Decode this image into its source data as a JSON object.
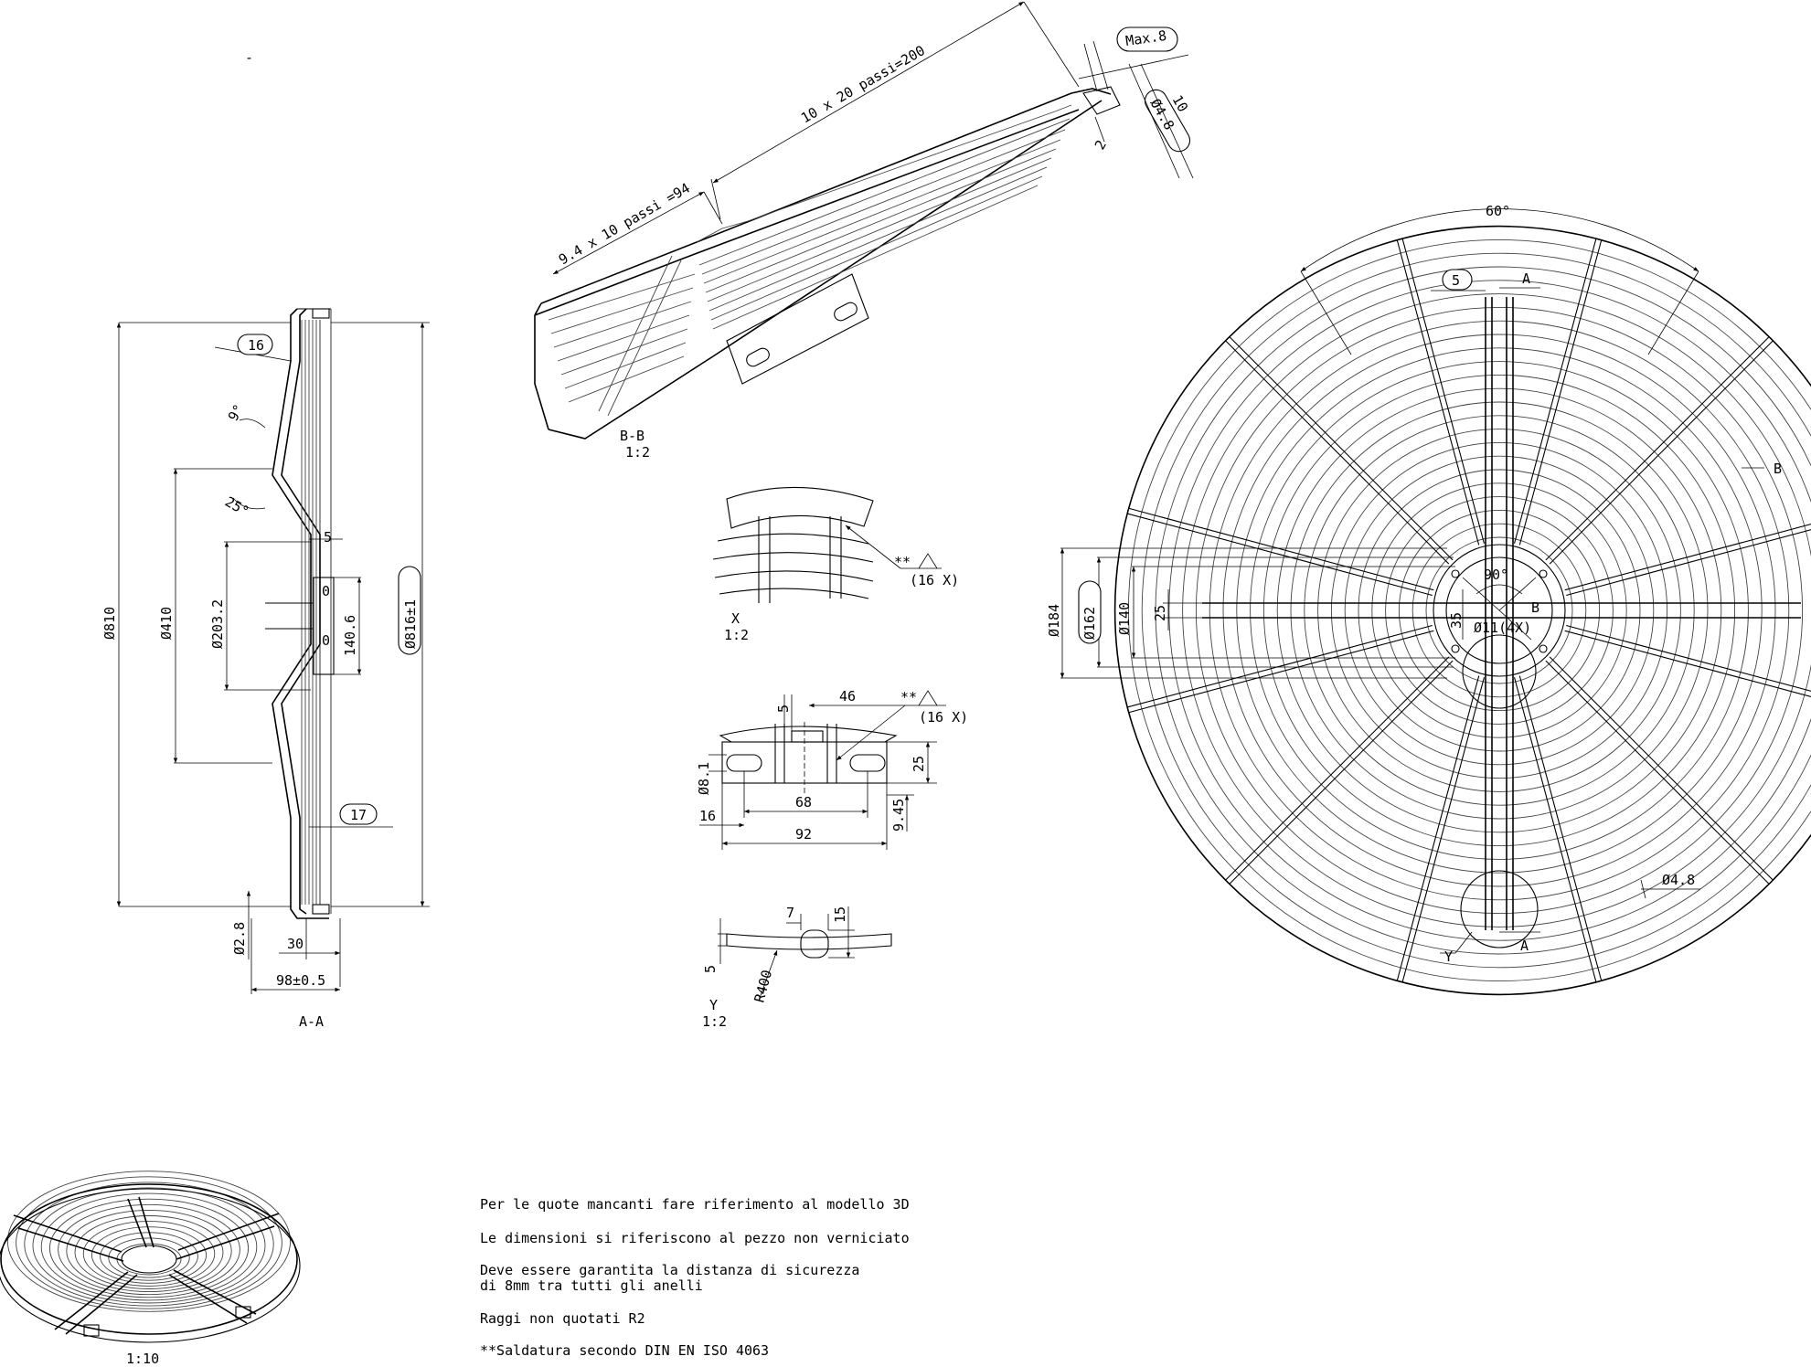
{
  "section_aa": {
    "label": "A-A",
    "dims": {
      "d810": "Ø810",
      "d410": "Ø410",
      "d203": "Ø203.2",
      "d816": "Ø816±1",
      "d28": "Ø2.8",
      "h1406": "140.6",
      "w5": "5",
      "w30": "30",
      "w98": "98±0.5",
      "b16": "16",
      "b17": "17",
      "a9": "9°",
      "a25": "25°",
      "o1": "0",
      "o2": "0"
    }
  },
  "section_bb": {
    "label": "B-B",
    "scale": "1:2",
    "dims": {
      "pitch1": "10 x 20 passi=200",
      "pitch2": "9.4 x 10 passi =94",
      "max8": "Max.8",
      "d48": "Ø4.8",
      "v10": "10",
      "v2": "2"
    }
  },
  "detail_x": {
    "label": "X",
    "scale": "1:2",
    "weld": "**",
    "count": "(16 X)"
  },
  "detail_bracket": {
    "dims": {
      "v5": "5",
      "v46": "46",
      "d81": "Ø8.1",
      "v25": "25",
      "v68": "68",
      "v16": "16",
      "v945": "9.45",
      "v92": "92"
    },
    "weld": "**",
    "count": "(16 X)"
  },
  "detail_y": {
    "label": "Y",
    "scale": "1:2",
    "dims": {
      "v7": "7",
      "v15": "15",
      "v5": "5",
      "r400": "R400"
    }
  },
  "front_view": {
    "dims": {
      "a60": "60°",
      "b5": "5",
      "d184": "Ø184",
      "d162": "Ø162",
      "d140": "Ø140",
      "v25": "25",
      "v35": "35",
      "a90": "90°",
      "d11": "Ø11(4X)",
      "d48": "Ø4.8"
    },
    "labels": {
      "a_top": "A",
      "a_bottom": "A",
      "b_right": "B",
      "b_center": "B",
      "y": "Y"
    }
  },
  "iso_view": {
    "scale": "1:10"
  },
  "top_mark": "-",
  "notes": [
    "Per le quote mancanti fare riferimento al modello 3D",
    "Le dimensioni si riferiscono al pezzo non verniciato",
    "Deve essere garantita la distanza di sicurezza",
    "di 8mm tra tutti gli anelli",
    "Raggi non quotati R2",
    "**Saldatura secondo DIN EN ISO 4063"
  ]
}
